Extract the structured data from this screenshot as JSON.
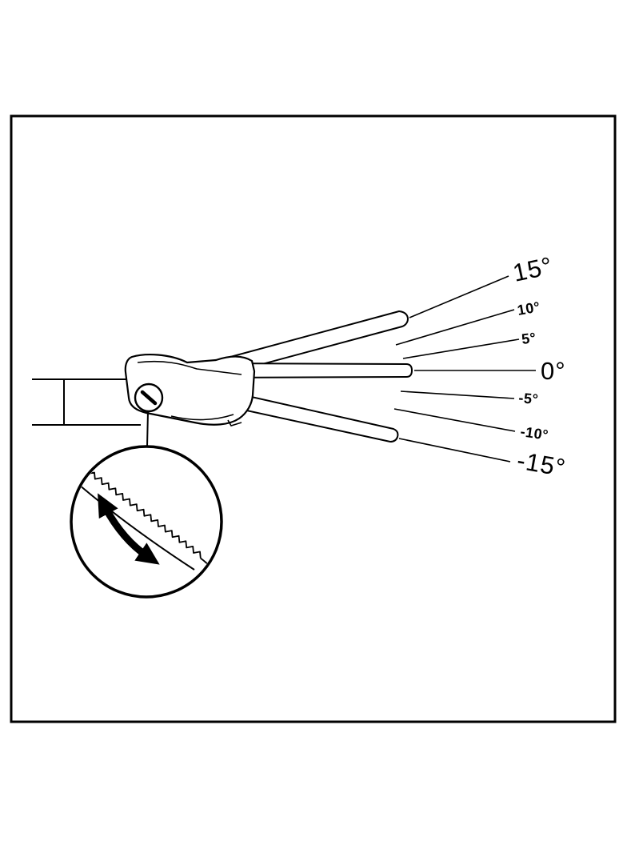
{
  "diagram": {
    "name": "luminaire-tilt-angle-adjustment",
    "colors": {
      "line": "#000000",
      "background": "#ffffff"
    },
    "angle_labels": [
      {
        "label": "15°"
      },
      {
        "label": "10°"
      },
      {
        "label": "5°"
      },
      {
        "label": "0°"
      },
      {
        "label": "-5°"
      },
      {
        "label": "-10°"
      },
      {
        "label": "-15°"
      }
    ]
  }
}
